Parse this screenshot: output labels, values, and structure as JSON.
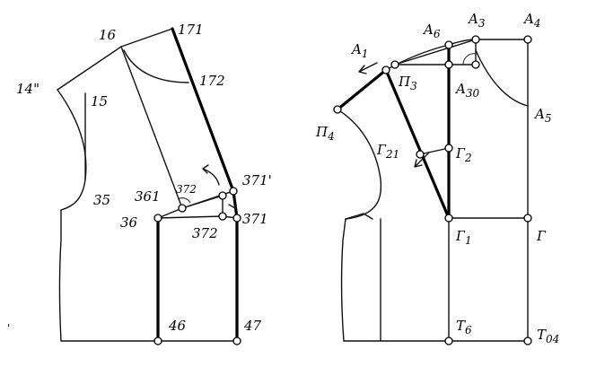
{
  "left_pattern": {
    "labels": {
      "p16": "16",
      "p171": "171",
      "p172": "172",
      "p14": "14\"",
      "p15": "15",
      "p35": "35",
      "p361": "361",
      "p372top": "372",
      "p3711": "371'",
      "p36": "36",
      "p371": "371",
      "p372bot": "372",
      "p46": "46",
      "p47": "47"
    }
  },
  "right_pattern": {
    "labels": {
      "A1": "A",
      "A1s": "1",
      "A6": "A",
      "A6s": "6",
      "A3": "A",
      "A3s": "3",
      "A4": "A",
      "A4s": "4",
      "P3": "П",
      "P3s": "3",
      "A30": "A",
      "A30s": "30",
      "A5": "A",
      "A5s": "5",
      "P4": "П",
      "P4s": "4",
      "G21": "Г",
      "G21s": "21",
      "G2": "Г",
      "G2s": "2",
      "G1": "Г",
      "G1s": "1",
      "G": "Г",
      "T6": "T",
      "T6s": "6",
      "T04": "T",
      "T04s": "04"
    }
  }
}
